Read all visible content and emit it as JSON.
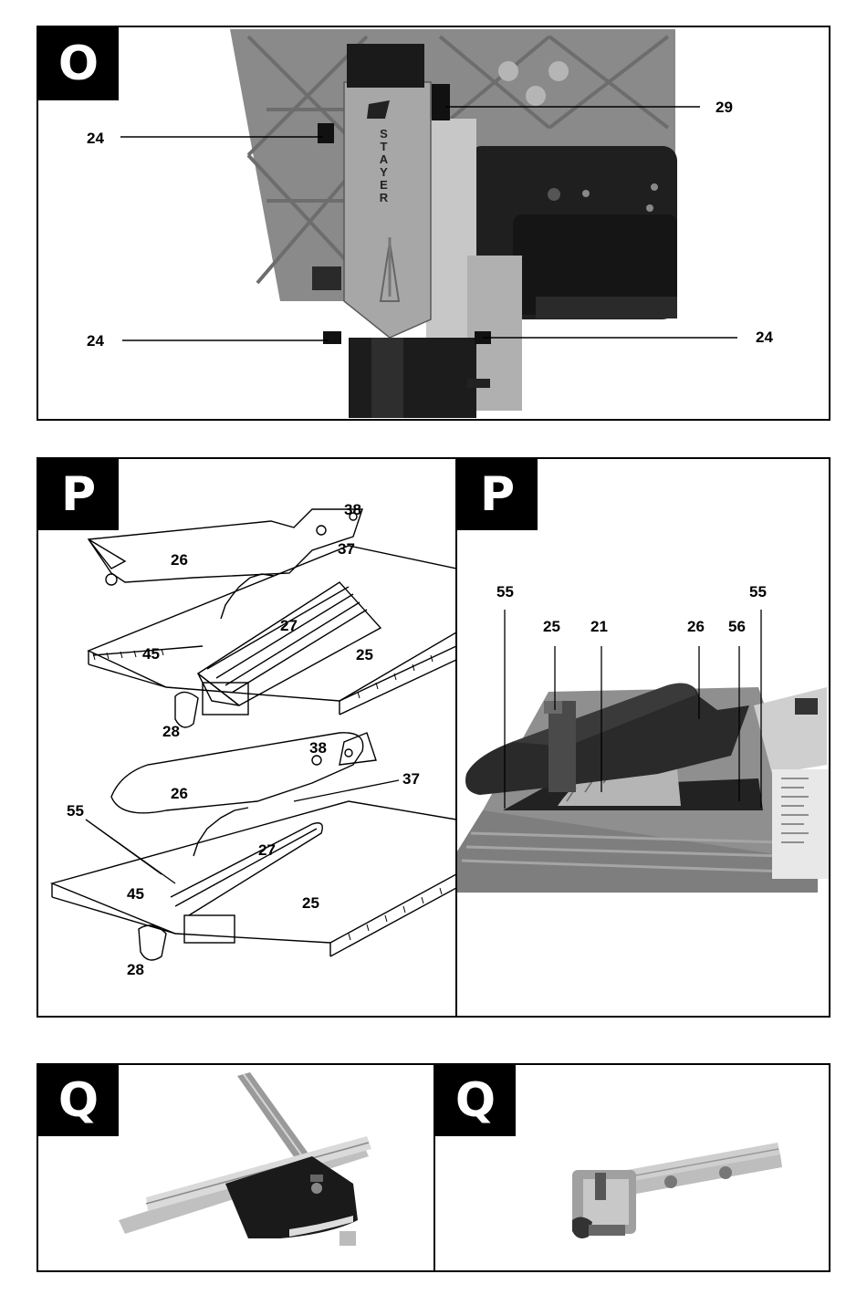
{
  "panels": {
    "top": {
      "tag": "O",
      "labels": {
        "l24a": "24",
        "l24b": "24",
        "l24c": "24",
        "l29": "29"
      },
      "brand": "STAYER"
    },
    "mid_left": {
      "tag": "P",
      "labels": {
        "u38": "38",
        "u37": "37",
        "u26": "26",
        "u27": "27",
        "u45": "45",
        "u25": "25",
        "u28": "28",
        "d38": "38",
        "d37": "37",
        "d26": "26",
        "d55": "55",
        "d27": "27",
        "d45": "45",
        "d25": "25",
        "d28": "28"
      }
    },
    "mid_right": {
      "tag": "P",
      "labels": {
        "a55": "55",
        "b55": "55",
        "l25": "25",
        "l21": "21",
        "l26": "26",
        "l56": "56"
      }
    },
    "bottom_left": {
      "tag": "Q"
    },
    "bottom_right": {
      "tag": "Q"
    }
  }
}
